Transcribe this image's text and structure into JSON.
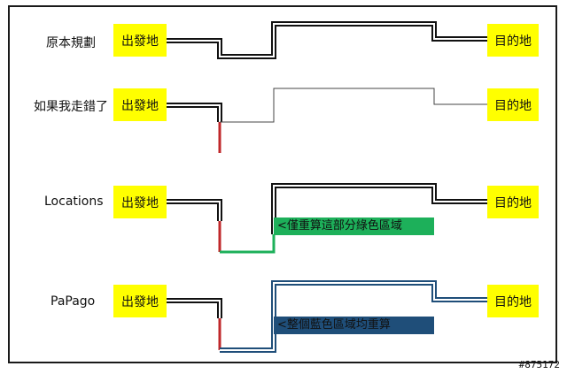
{
  "rows": [
    {
      "label": "原本規劃",
      "origin": "出發地",
      "destination": "目的地"
    },
    {
      "label": "如果我走錯了",
      "origin": "出發地",
      "destination": "目的地"
    },
    {
      "label": "Locations",
      "origin": "出發地",
      "destination": "目的地",
      "note": "<僅重算這部分綠色區域"
    },
    {
      "label": "PaPago",
      "origin": "出發地",
      "destination": "目的地",
      "note": "<整個藍色區域均重算"
    }
  ],
  "watermark": "#875172",
  "colors": {
    "box_yellow": "#ffff00",
    "route_black": "#111111",
    "wrong_turn_red": "#c0282b",
    "recalc_green": "#1db05a",
    "recalc_blue": "#1f4e79",
    "blue_note_bg": "#1f4e79",
    "green_note_bg": "#1db05a"
  }
}
